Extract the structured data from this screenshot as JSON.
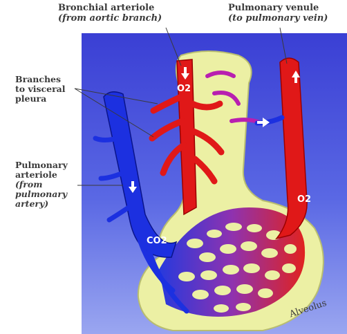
{
  "labels": {
    "bronchial": {
      "title": "Bronchial arteriole",
      "subtitle": "(from aortic branch)"
    },
    "venule": {
      "title": "Pulmonary venule",
      "subtitle": "(to pulmonary vein)"
    },
    "branches": {
      "lines": [
        "Branches",
        "to visceral",
        "pleura"
      ]
    },
    "arteriole": {
      "lines": [
        "Pulmonary",
        "arteriole"
      ],
      "sub_lines": [
        "(from",
        "pulmonary",
        "artery)"
      ]
    },
    "alveolus": "Alveolus",
    "o2_top": "O2",
    "o2_right": "O2",
    "co2": "CO2"
  },
  "colors": {
    "background_panel": "#3f45d8",
    "alveolus_fill": "#ecf0a4",
    "artery_red": "#e01818",
    "vein_blue": "#1c30e0",
    "capillary_purple": "#9a2aa8",
    "arrow_white": "#ffffff"
  },
  "icons": [
    "down-arrow-icon",
    "up-arrow-icon",
    "right-arrow-icon"
  ]
}
